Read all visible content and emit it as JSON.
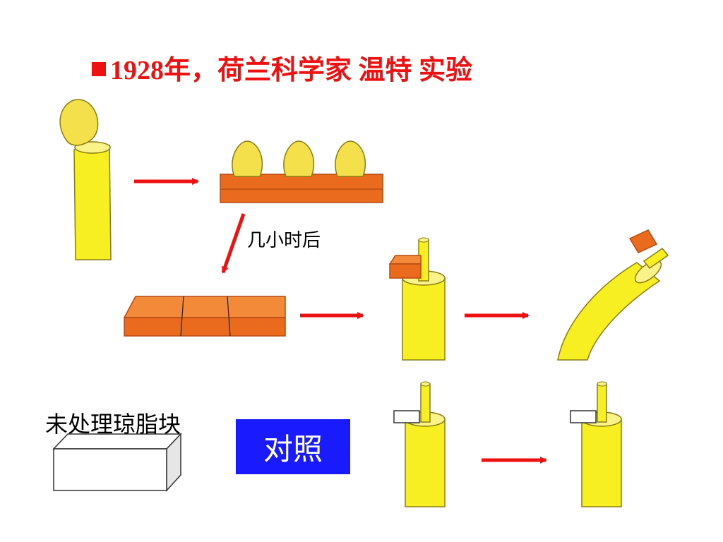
{
  "title": {
    "text": "1928年，荷兰科学家 温特 实验"
  },
  "labels": {
    "after_hours": "几小时后",
    "untreated_agar": "未处理琼脂块",
    "control": "对照"
  },
  "colors": {
    "title": "#ee1111",
    "arrow": "#ee1111",
    "stem": "#f7ef21",
    "stem_outline": "#8a7d12",
    "tip": "#f4e04a",
    "agar": "#ea6a1e",
    "agar_dark": "#b94a10",
    "control_box": "#1a1aff"
  }
}
